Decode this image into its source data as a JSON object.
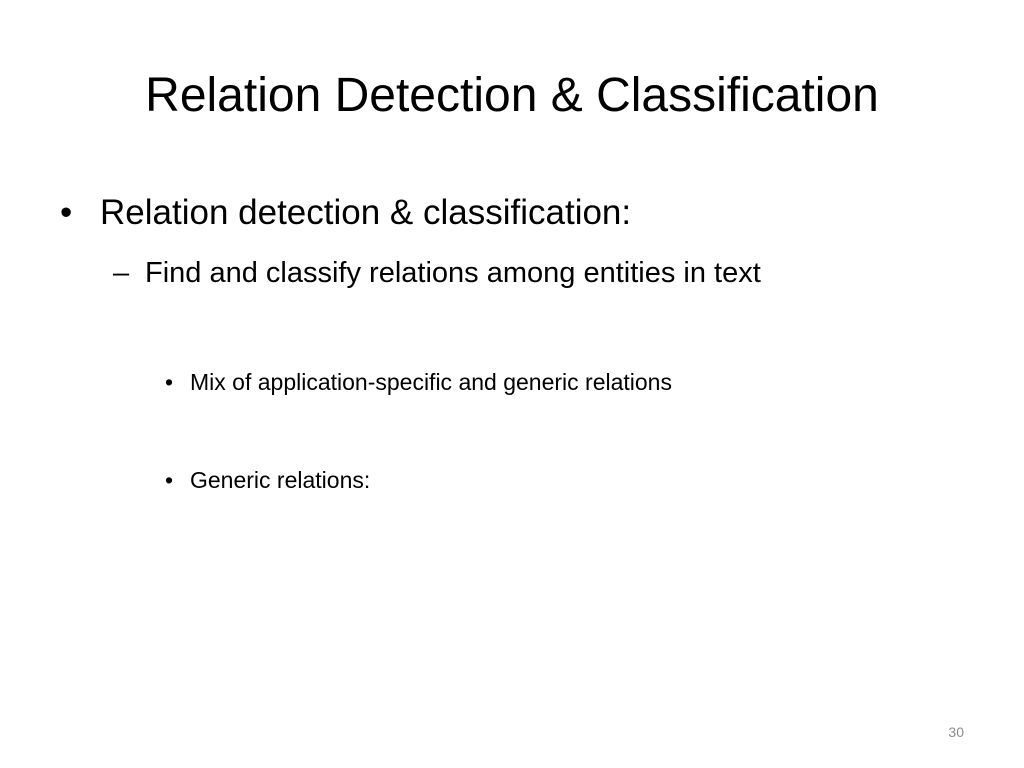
{
  "slide": {
    "title": "Relation Detection & Classification",
    "bullets": [
      {
        "marker": "•",
        "text": "Relation detection & classification:",
        "sub": {
          "marker": "–",
          "text": "Find and classify relations among entities in text",
          "items": [
            {
              "marker": "•",
              "text": "Mix of application-specific and generic relations"
            },
            {
              "marker": "•",
              "text": "Generic relations:"
            }
          ]
        }
      }
    ],
    "page_number": "30"
  },
  "colors": {
    "background": "#ffffff",
    "text": "#000000",
    "page_number": "#8c8c8c"
  }
}
